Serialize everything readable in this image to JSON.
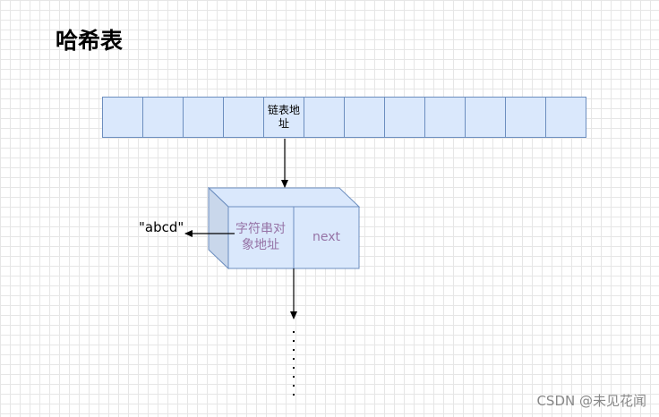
{
  "title": "哈希表",
  "array": {
    "cell_count": 12,
    "address_cell_index": 4,
    "address_label": "链表地址"
  },
  "node": {
    "data_label": "字符串对象地址",
    "next_label": "next"
  },
  "string_value": "\"abcd\"",
  "continuation": "⋮",
  "watermark": "CSDN @未见花闻",
  "colors": {
    "cell_fill": "#dae8fc",
    "cell_border": "#6c8ebf",
    "node_text": "#9673a6"
  }
}
